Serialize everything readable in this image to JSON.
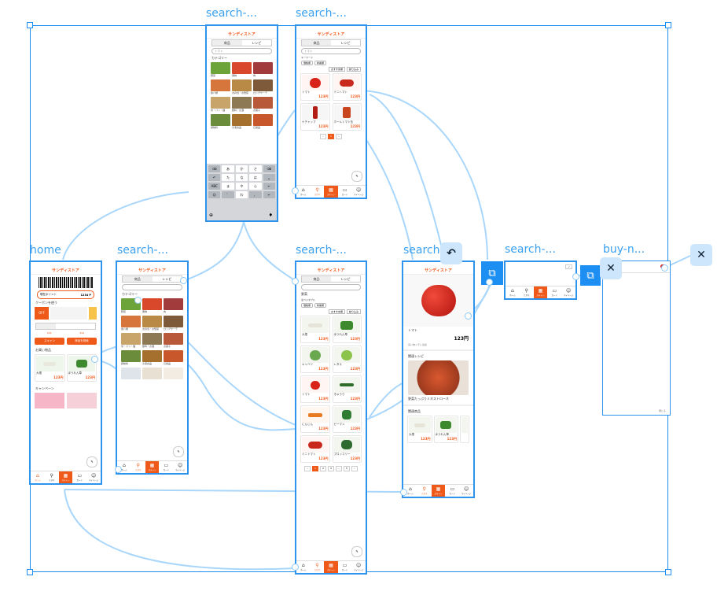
{
  "frames": {
    "home": "home",
    "search1": "search-...",
    "search2": "search-...",
    "search3": "search-...",
    "search4": "search-...",
    "search5": "search",
    "search6": "search-...",
    "buy": "buy-n..."
  },
  "app": {
    "logo": "サンディストア",
    "tab_products": "商品",
    "tab_recipes": "レシピ",
    "category_label": "カテゴリー",
    "keyword_label": "キーワード",
    "search_query": "トマト",
    "vegetable_label": "野菜",
    "vegetable_sub": "全ベジタブル"
  },
  "home": {
    "points_label": "現在ポイント",
    "points_value": "1234 P",
    "coupon_label": "クーポンを使う",
    "coupon_off": "OFF",
    "buy_title": "お買い物品",
    "campaign_title": "キャンペーン",
    "btn_scan": "スキャン",
    "btn_search": "商品を検索"
  },
  "categories": [
    "野菜",
    "果物",
    "肉",
    "魚介類",
    "お弁当・お惣菜",
    "ロングサーデ",
    "米・パン・麺",
    "飲料・お酒",
    "お菓子",
    "調味料",
    "冷凍食品",
    "日用品"
  ],
  "products": [
    {
      "name": "トマト",
      "price": "123円"
    },
    {
      "name": "ミニトマト",
      "price": "123円"
    },
    {
      "name": "ケチャップ",
      "price": "123円"
    },
    {
      "name": "ホールトマト缶",
      "price": "123円"
    }
  ],
  "vegetables": [
    {
      "name": "大根",
      "price": "123円"
    },
    {
      "name": "ほうれん草",
      "price": "123円"
    },
    {
      "name": "キャベツ",
      "price": "123円"
    },
    {
      "name": "レタス",
      "price": "123円"
    },
    {
      "name": "トマト",
      "price": "123円"
    },
    {
      "name": "きゅうり",
      "price": "123円"
    },
    {
      "name": "にんじん",
      "price": "123円"
    },
    {
      "name": "ピーマン",
      "price": "123円"
    },
    {
      "name": "ミニトマト",
      "price": "123円"
    },
    {
      "name": "ブロッコリー",
      "price": "123円"
    }
  ],
  "detail": {
    "name": "トマト",
    "price": "123円",
    "recipe_title": "関連レシピ",
    "recipe_name": "野菜たっぷりミネストローネ",
    "related_title": "関連商品",
    "add_label": "買い物メモに追加"
  },
  "filters": {
    "chip1": "価格順",
    "chip2": "新着順",
    "sort": "おすすめ順",
    "filter": "絞り込み"
  },
  "pagination": [
    "1",
    "2",
    "3",
    "...",
    "5"
  ],
  "nav": {
    "home": "ホーム",
    "search": "さがす",
    "scan": "スキャン",
    "card": "カード",
    "mypage": "マイページ"
  },
  "keyboard": [
    "あ",
    "か",
    "さ",
    "た",
    "な",
    "は",
    "ま",
    "や",
    "ら",
    "わ"
  ],
  "buy": {
    "close": "閉じる"
  },
  "colors": {
    "accent": "#ef5a1a",
    "selection": "#1d8ff2",
    "connector": "#9fd1fb"
  }
}
